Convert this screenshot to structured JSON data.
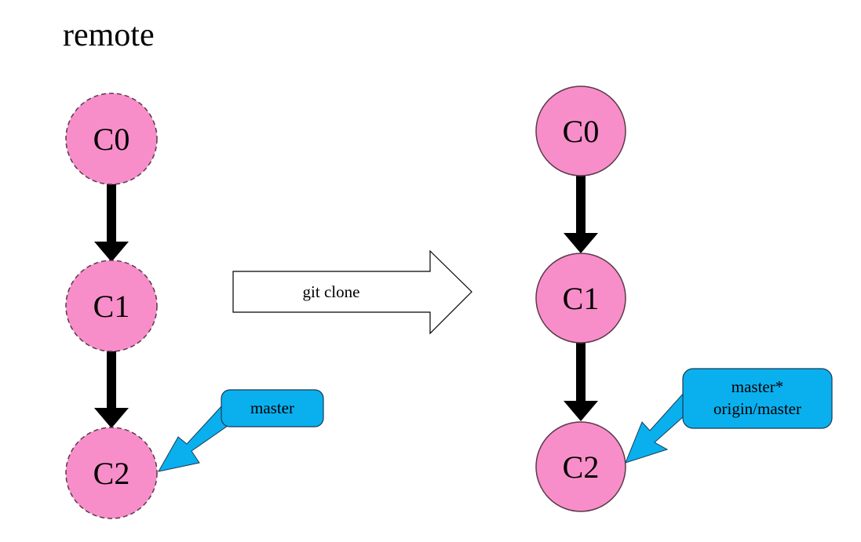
{
  "title": "remote",
  "colors": {
    "commit_fill": "#f78ec9",
    "commit_stroke": "#5a3a4a",
    "label_fill": "#0ab0ee",
    "label_stroke": "#1a3a55",
    "edge": "#000000",
    "action_arrow_fill": "#ffffff",
    "action_arrow_stroke": "#000000"
  },
  "remote_repo": {
    "style": "dashed",
    "commits": [
      "C0",
      "C1",
      "C2"
    ],
    "edges": [
      [
        "C0",
        "C1"
      ],
      [
        "C1",
        "C2"
      ]
    ],
    "branch_label": {
      "lines": [
        "master"
      ],
      "points_to": "C2"
    }
  },
  "action": {
    "label": "git clone"
  },
  "local_repo": {
    "style": "solid",
    "commits": [
      "C0",
      "C1",
      "C2"
    ],
    "edges": [
      [
        "C0",
        "C1"
      ],
      [
        "C1",
        "C2"
      ]
    ],
    "branch_label": {
      "lines": [
        "master*",
        "origin/master"
      ],
      "points_to": "C2"
    }
  }
}
